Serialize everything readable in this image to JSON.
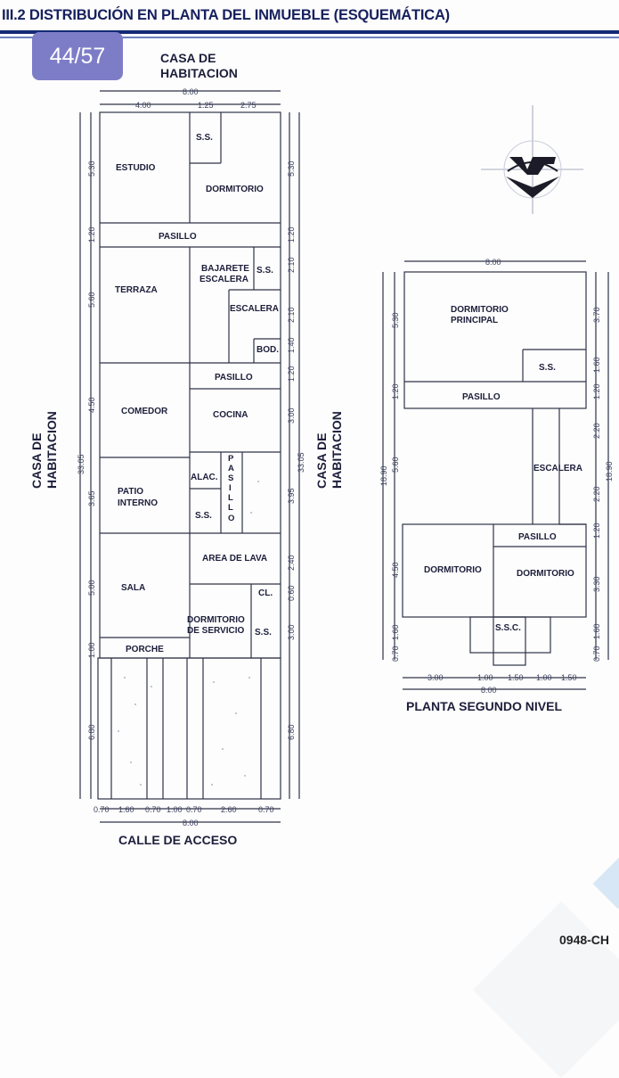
{
  "header": {
    "title": "III.2 DISTRIBUCIÓN EN PLANTA DEL INMUEBLE (ESQUEMÁTICA)",
    "page_indicator": "44/57",
    "accent_color": "#142a75",
    "badge_color": "#7d7dc7"
  },
  "first_floor": {
    "top_label_line1": "CASA DE",
    "top_label_line2": "HABITACION",
    "side_left_line1": "CASA DE",
    "side_left_line2": "HABITACION",
    "side_right_line1": "CASA DE",
    "side_right_line2": "HABITACION",
    "bottom_label": "CALLE DE ACCESO",
    "rooms": {
      "estudio": "ESTUDIO",
      "ss_top": "S.S.",
      "dormitorio": "DORMITORIO",
      "pasillo_1": "PASILLO",
      "terraza": "TERRAZA",
      "bajarete_1": "BAJARETE",
      "bajarete_2": "ESCALERA",
      "ss_bajarete": "S.S.",
      "escalera": "ESCALERA",
      "bod": "BOD.",
      "pasillo_2": "PASILLO",
      "comedor": "COMEDOR",
      "cocina": "COCINA",
      "patio_1": "PATIO",
      "patio_2": "INTERNO",
      "alac": "ALAC.",
      "ss_patio": "S.S.",
      "pasillo_vertical": [
        "P",
        "A",
        "S",
        "I",
        "L",
        "L",
        "O"
      ],
      "area_lava": "AREA DE LAVA",
      "sala": "SALA",
      "cl": "CL.",
      "dorm_serv_1": "DORMITORIO",
      "dorm_serv_2": "DE SERVICIO",
      "ss_serv": "S.S.",
      "porche": "PORCHE"
    },
    "dims": {
      "total_width_top": "8.00",
      "top_a": "4.00",
      "top_b": "1.25",
      "top_c": "2.75",
      "left": [
        "5.30",
        "1.20",
        "5.60",
        "4.50",
        "3.65",
        "5.00",
        "1.00",
        "6.80"
      ],
      "right": [
        "5.30",
        "1.20",
        "2.10",
        "2.10",
        "1.40",
        "1.20",
        "3.00",
        "3.95",
        "2.40",
        "0.60",
        "3.00",
        "6.80"
      ],
      "total_depth_left": "33.05",
      "total_depth_right": "33.05",
      "bottom": [
        "0.70",
        "1.60",
        "0.70",
        "1.00",
        "0.70",
        "2.60",
        "0.70"
      ],
      "total_width_bottom": "8.00"
    }
  },
  "second_floor": {
    "title": "PLANTA SEGUNDO NIVEL",
    "rooms": {
      "dorm_principal_1": "DORMITORIO",
      "dorm_principal_2": "PRINCIPAL",
      "ss": "S.S.",
      "pasillo": "PASILLO",
      "escalera": "ESCALERA",
      "pasillo_2": "PASILLO",
      "dormitorio_1": "DORMITORIO",
      "dormitorio_2": "DORMITORIO",
      "ssc": "S.S.C."
    },
    "dims": {
      "top_width": "8.00",
      "left": [
        "5.30",
        "1.20",
        "5.60",
        "4.50",
        "1.60",
        "0.70"
      ],
      "left_total": "18.90",
      "right": [
        "3.70",
        "1.60",
        "1.20",
        "2.20",
        "2.20",
        "1.20",
        "3.30",
        "1.60",
        "0.70"
      ],
      "right_total": "18.90",
      "bottom": [
        "3.00",
        "1.00",
        "1.50",
        "1.00",
        "1.50"
      ],
      "bottom_total": "8.00"
    }
  },
  "footer": {
    "code": "0948-CH"
  }
}
